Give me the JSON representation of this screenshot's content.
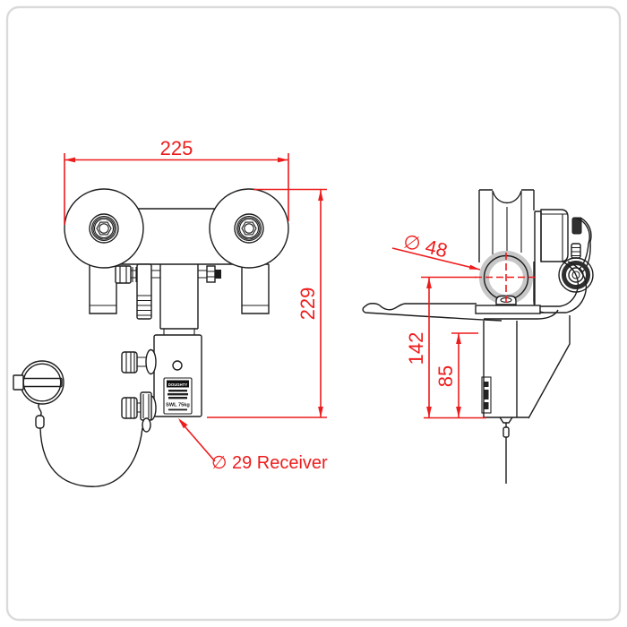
{
  "drawing": {
    "dimensions": {
      "overall_width": "225",
      "overall_height": "229",
      "bar_diameter": "∅ 48",
      "center_to_bottom": "142",
      "jaw_to_bottom": "85",
      "receiver_note": "∅ 29 Receiver"
    },
    "product_label": {
      "brand": "DOUGHTY",
      "load_rating": "SWL 75kg"
    },
    "colors": {
      "dimension_red": "#ed1c1c",
      "line_black": "#1c1c1c",
      "bar_gray": "#c7c7c7",
      "border_gray": "#dadada"
    }
  }
}
